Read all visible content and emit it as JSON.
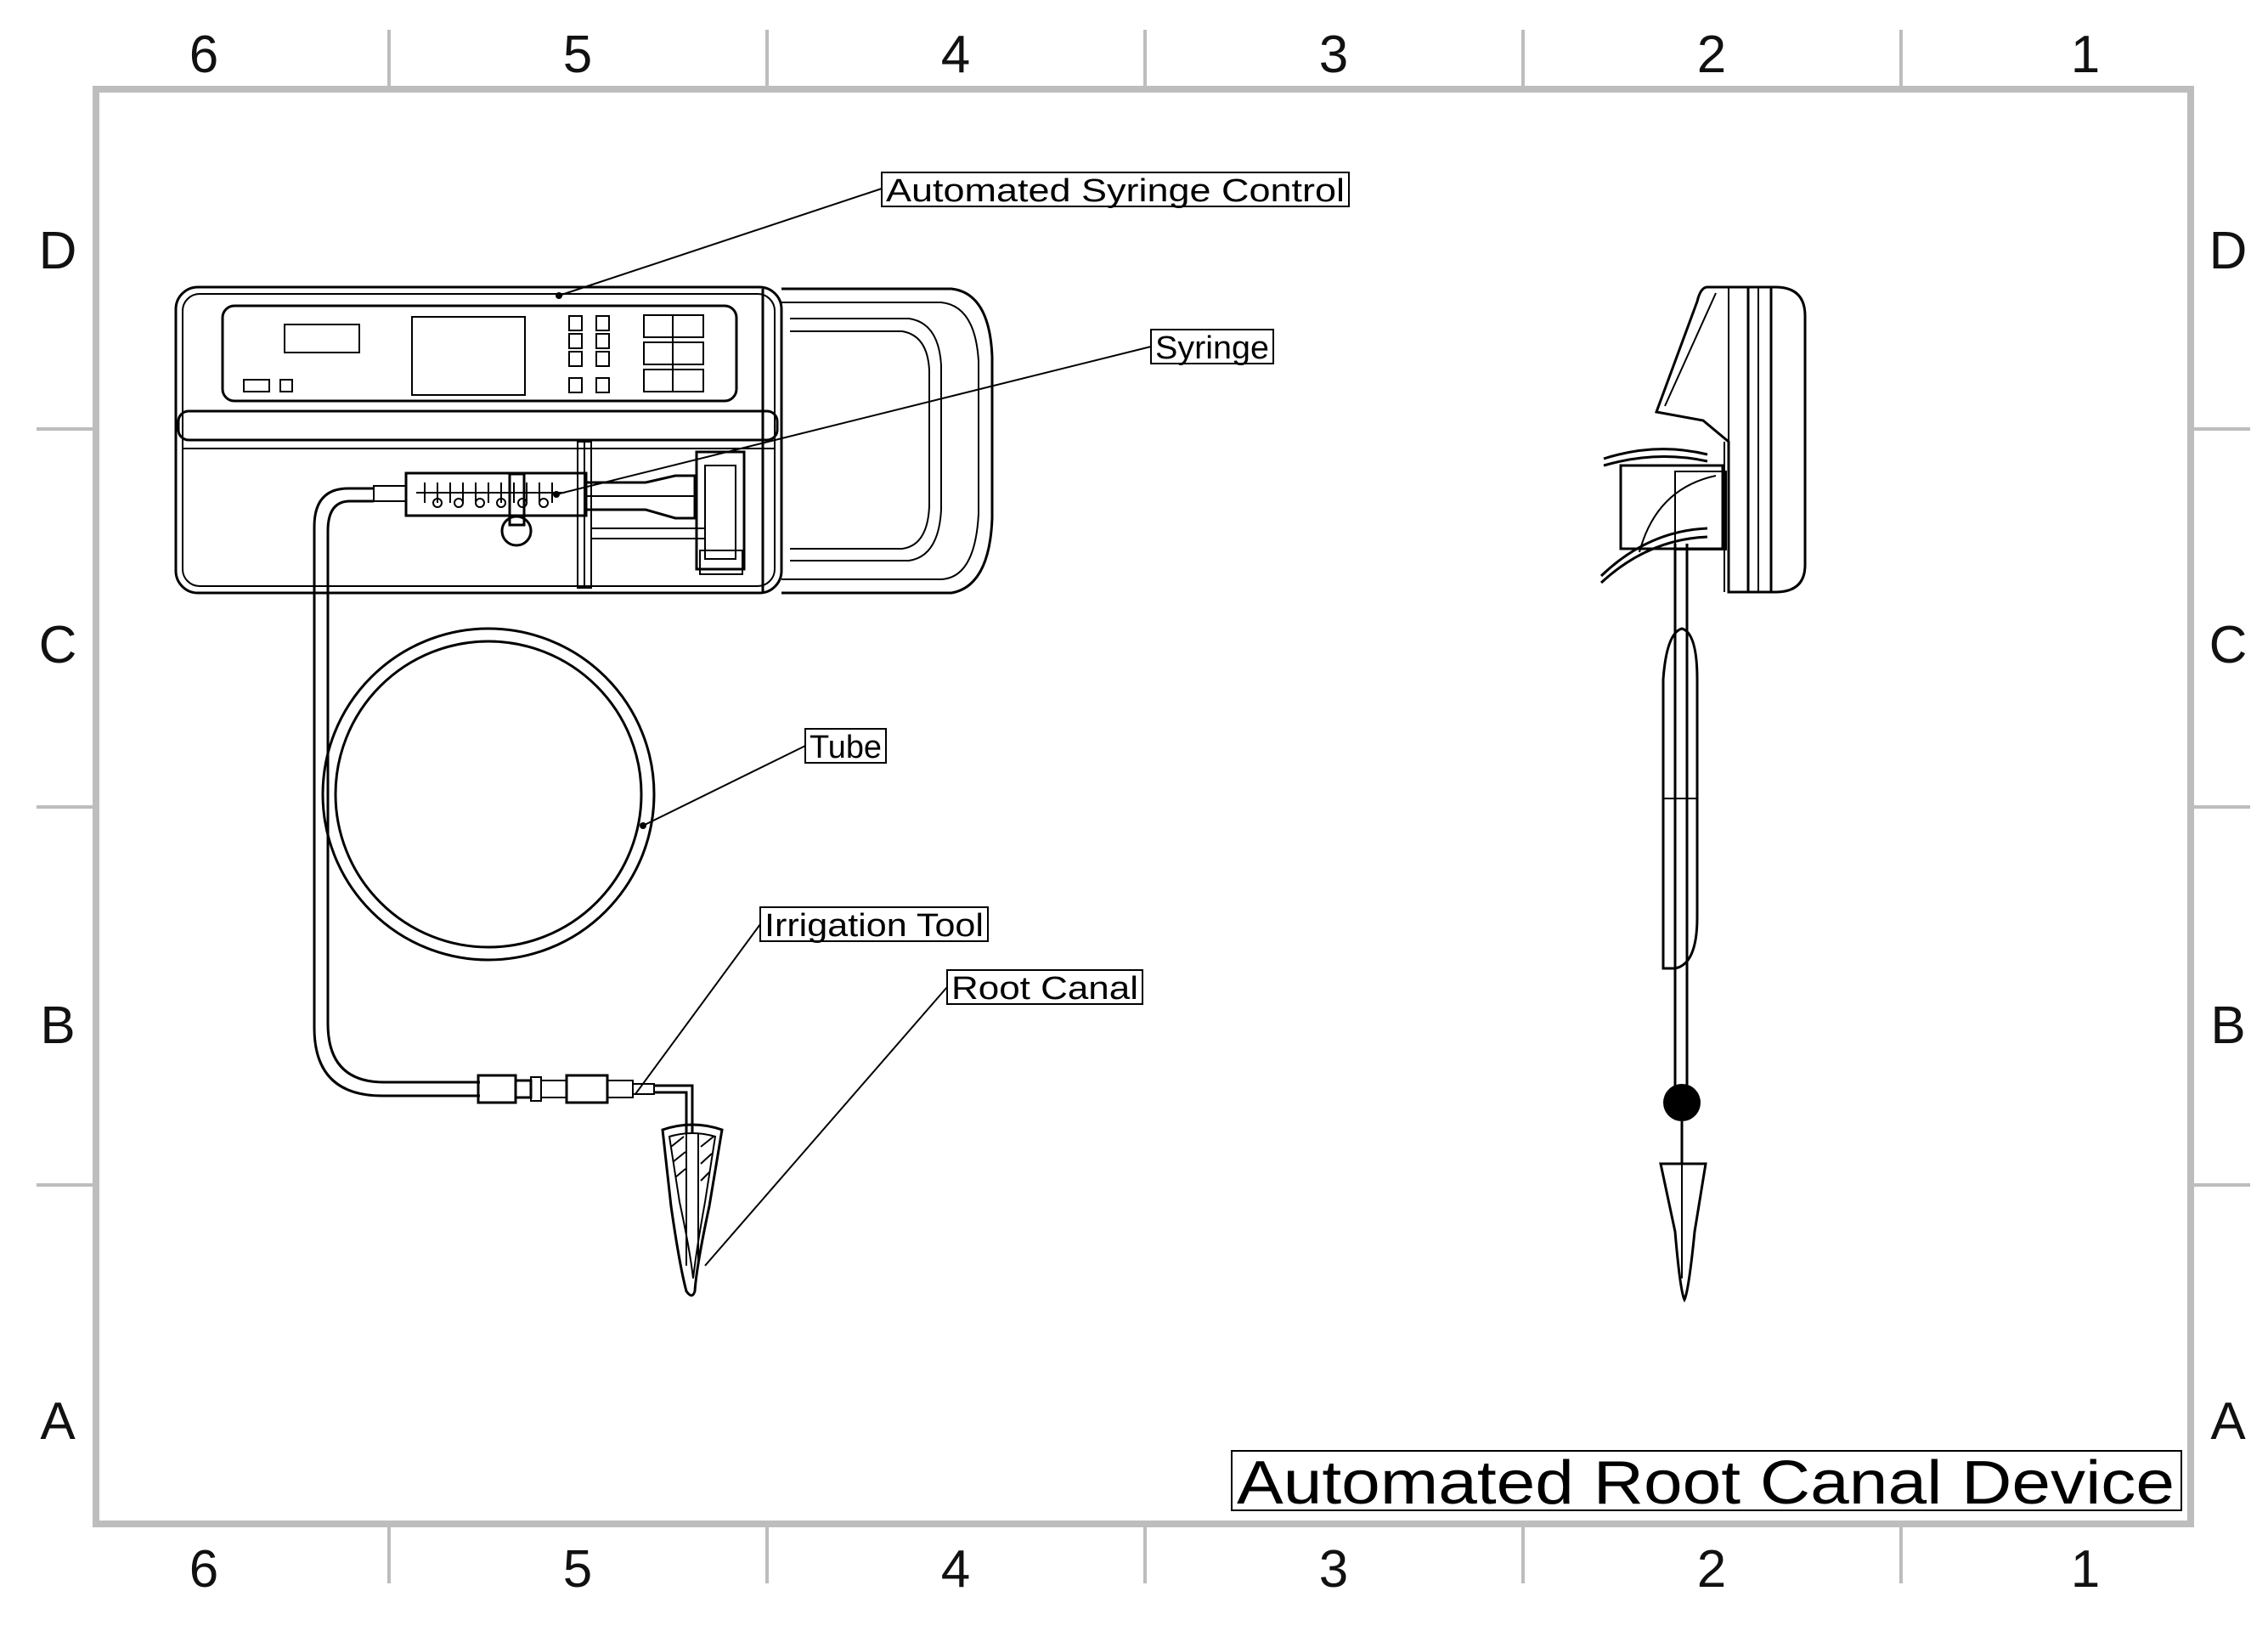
{
  "drawing": {
    "title": "Automated Root Canal Device",
    "zones": {
      "columns": [
        "6",
        "5",
        "4",
        "3",
        "2",
        "1"
      ],
      "rows": [
        "D",
        "C",
        "B",
        "A"
      ]
    },
    "callouts": {
      "syringe_control": "Automated Syringe Control",
      "syringe": "Syringe",
      "tube": "Tube",
      "irrigation_tool": "Irrigation Tool",
      "root_canal": "Root Canal"
    },
    "colors": {
      "frame": "#bdbdbd",
      "line": "#000000",
      "background": "#ffffff"
    }
  }
}
